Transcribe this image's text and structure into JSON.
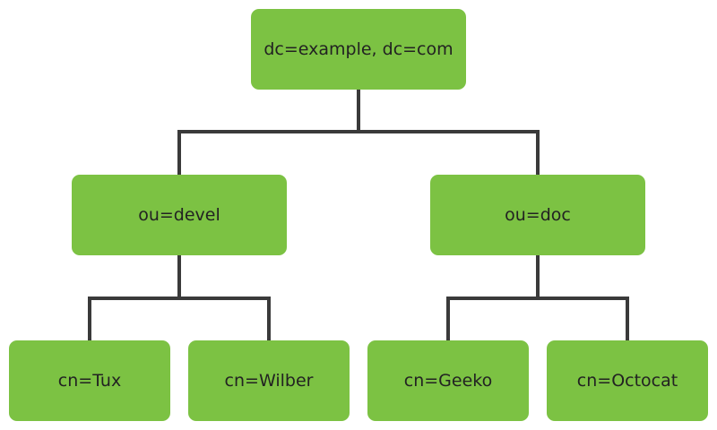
{
  "colors": {
    "node_fill": "#7cc243",
    "connector": "#3a3a3a",
    "text": "#222222"
  },
  "tree": {
    "root": {
      "label": "dc=example, dc=com"
    },
    "devel": {
      "label": "ou=devel"
    },
    "doc": {
      "label": "ou=doc"
    },
    "tux": {
      "label": "cn=Tux"
    },
    "wilber": {
      "label": "cn=Wilber"
    },
    "geeko": {
      "label": "cn=Geeko"
    },
    "octocat": {
      "label": "cn=Octocat"
    }
  }
}
